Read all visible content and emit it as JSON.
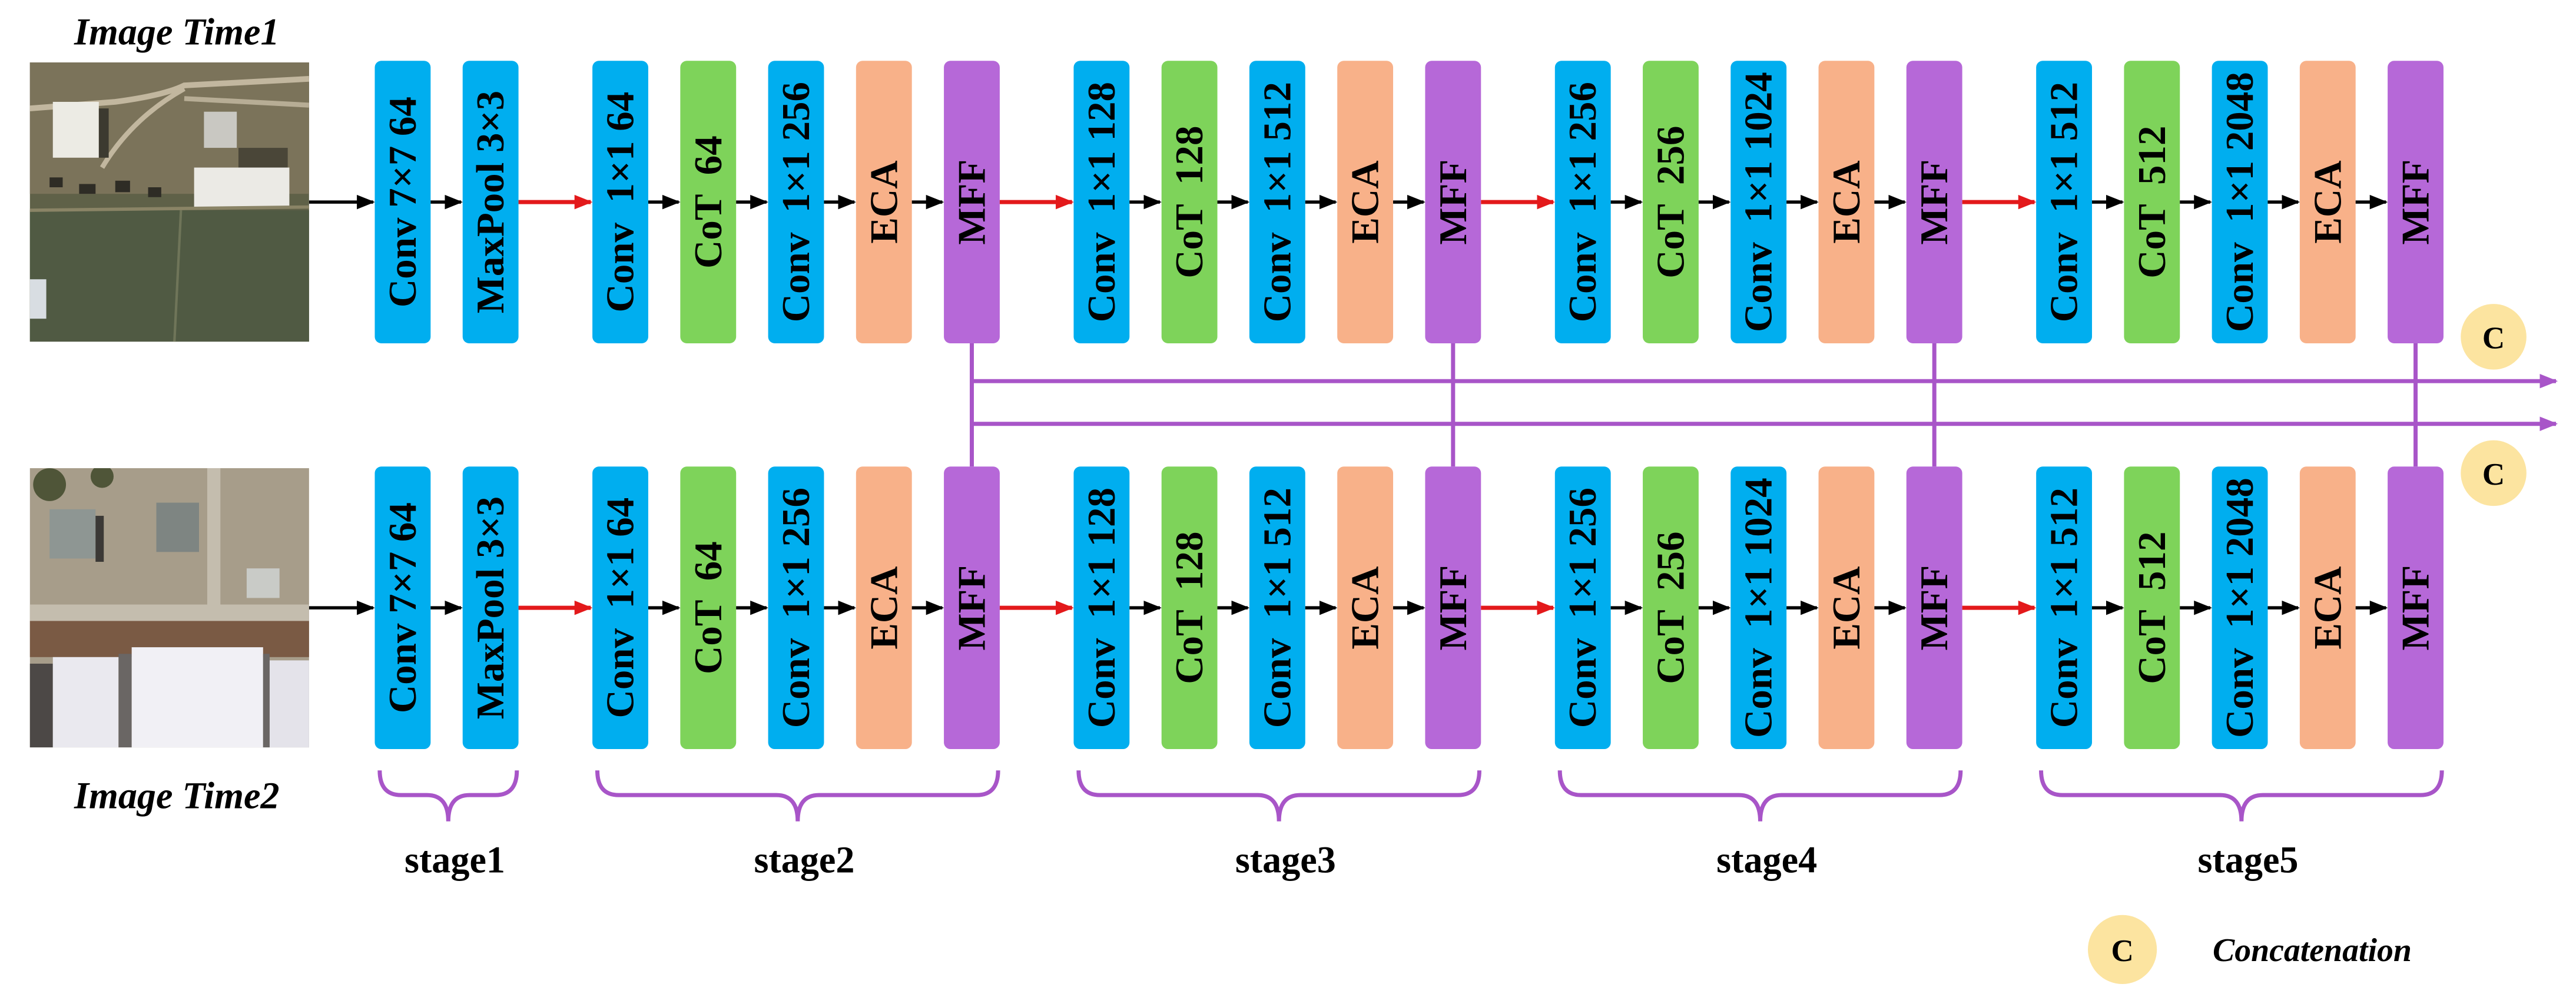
{
  "image_labels": {
    "time1": "Image Time1",
    "time2": "Image Time2"
  },
  "colors": {
    "arrow": "#000000",
    "stage_transition_arrow": "#E3191B",
    "connector": "#A855C8",
    "concat": "#FCE4A0"
  },
  "stages": [
    {
      "label": "stage1",
      "blocks": [
        {
          "text": "Conv 7×7 64",
          "color": "#00AEEF"
        },
        {
          "text": "MaxPool 3×3",
          "color": "#00AEEF"
        }
      ]
    },
    {
      "label": "stage2",
      "blocks": [
        {
          "text": "Conv  1×1 64",
          "color": "#00AEEF"
        },
        {
          "text": "CoT  64",
          "color": "#7ED35A"
        },
        {
          "text": "Conv  1×1 256",
          "color": "#00AEEF"
        },
        {
          "text": "ECA",
          "color": "#F8B189"
        },
        {
          "text": "MFF",
          "color": "#B668D8"
        }
      ]
    },
    {
      "label": "stage3",
      "blocks": [
        {
          "text": "Conv  1×1 128",
          "color": "#00AEEF"
        },
        {
          "text": "CoT  128",
          "color": "#7ED35A"
        },
        {
          "text": "Conv  1×1 512",
          "color": "#00AEEF"
        },
        {
          "text": "ECA",
          "color": "#F8B189"
        },
        {
          "text": "MFF",
          "color": "#B668D8"
        }
      ]
    },
    {
      "label": "stage4",
      "blocks": [
        {
          "text": "Conv  1×1 256",
          "color": "#00AEEF"
        },
        {
          "text": "CoT  256",
          "color": "#7ED35A"
        },
        {
          "text": "Conv  1×1 1024",
          "color": "#00AEEF"
        },
        {
          "text": "ECA",
          "color": "#F8B189"
        },
        {
          "text": "MFF",
          "color": "#B668D8"
        }
      ]
    },
    {
      "label": "stage5",
      "blocks": [
        {
          "text": "Conv  1×1 512",
          "color": "#00AEEF"
        },
        {
          "text": "CoT  512",
          "color": "#7ED35A"
        },
        {
          "text": "Conv  1×1 2048",
          "color": "#00AEEF"
        },
        {
          "text": "ECA",
          "color": "#F8B189"
        },
        {
          "text": "MFF",
          "color": "#B668D8"
        }
      ]
    }
  ],
  "concat_symbol": "C",
  "legend": {
    "label": "Concatenation"
  }
}
